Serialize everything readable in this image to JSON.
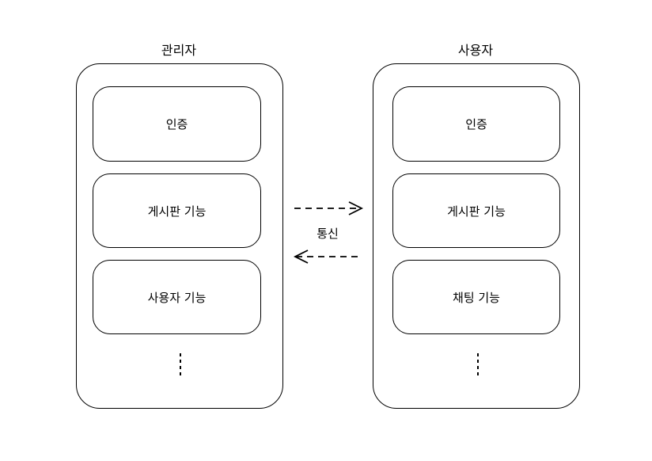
{
  "admin": {
    "title": "관리자",
    "modules": [
      {
        "label": "인증"
      },
      {
        "label": "게시판 기능"
      },
      {
        "label": "사용자 기능"
      }
    ]
  },
  "user": {
    "title": "사용자",
    "modules": [
      {
        "label": "인증"
      },
      {
        "label": "게시판 기능"
      },
      {
        "label": "채팅 기능"
      }
    ]
  },
  "communication": {
    "label": "통신"
  }
}
